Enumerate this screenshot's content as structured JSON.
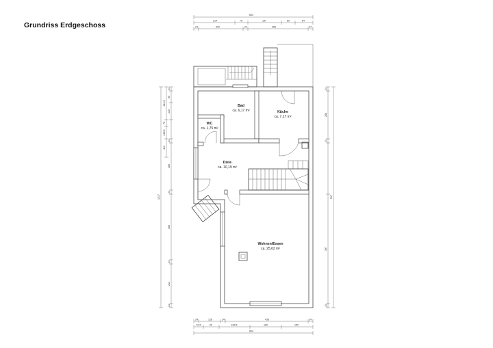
{
  "title": "Grundriss Erdgeschoss",
  "rooms": {
    "bad": {
      "name": "Bad",
      "area": "ca. 6,17 m²"
    },
    "kueche": {
      "name": "Küche",
      "area": "ca. 7,17 m²"
    },
    "wc": {
      "name": "WC",
      "area": "ca. 1,75 m²"
    },
    "diele": {
      "name": "Diele",
      "area": "ca. 10,19 m²"
    },
    "wohnen": {
      "name": "Wohnen/Essen",
      "area": "ca. 25,62 m²"
    }
  },
  "dimensions": {
    "top_total": "604",
    "top_mid": [
      "214",
      "75",
      "187",
      "80",
      "84"
    ],
    "top_inner": [
      "24",
      "300",
      "24",
      "256",
      "24"
    ],
    "bottom_inner": [
      "24",
      "128",
      "24",
      "436",
      "24"
    ],
    "bottom_mid": [
      "40,5",
      "90",
      "183,5",
      "180",
      "150"
    ],
    "bottom_total": "604",
    "left_total": "1217",
    "left_mid": [
      "213,5",
      "75",
      "138,5",
      "113"
    ],
    "left_inner": [
      "24",
      "90",
      "120",
      "24",
      "185",
      "24",
      "185",
      "24",
      "214",
      "24"
    ],
    "right_inner": [
      "24",
      "288",
      "24",
      "397",
      "24"
    ],
    "right_total": "517"
  }
}
